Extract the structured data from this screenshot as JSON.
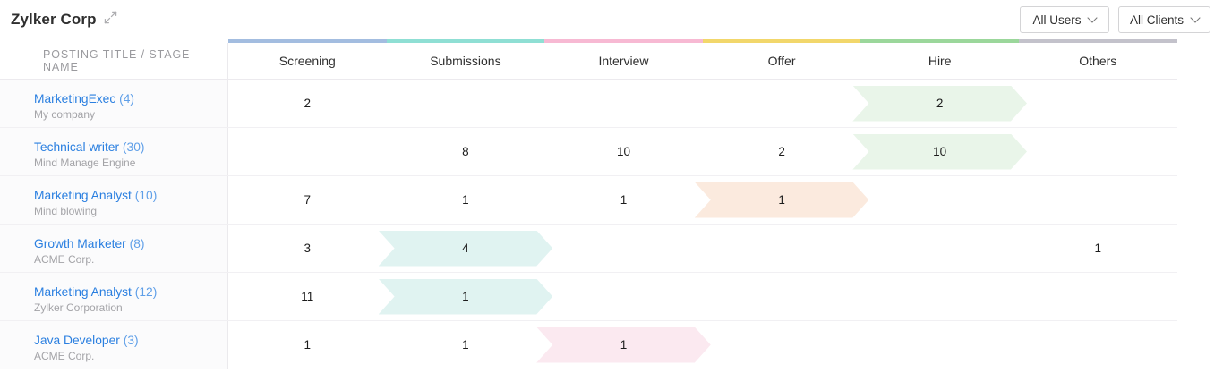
{
  "header": {
    "org_title": "Zylker Corp",
    "expand_icon": "expand-diagonal-icon",
    "filters": [
      {
        "label": "All Users",
        "icon": "chevron-down-icon"
      },
      {
        "label": "All Clients",
        "icon": "chevron-down-icon"
      }
    ]
  },
  "table": {
    "first_column_header": "POSTING TITLE / STAGE NAME",
    "stage_columns": [
      {
        "label": "Screening",
        "color": "#a3bde0"
      },
      {
        "label": "Submissions",
        "color": "#8fdfd4"
      },
      {
        "label": "Interview",
        "color": "#f7b9d3"
      },
      {
        "label": "Offer",
        "color": "#f2d76b"
      },
      {
        "label": "Hire",
        "color": "#9bd79b"
      },
      {
        "label": "Others",
        "color": "#c3c2cb"
      }
    ],
    "rows": [
      {
        "title": "MarketingExec",
        "count": "(4)",
        "subtitle": "My company",
        "cells": [
          {
            "value": "2",
            "banner": null
          },
          {
            "value": "",
            "banner": null
          },
          {
            "value": "",
            "banner": null
          },
          {
            "value": "",
            "banner": null
          },
          {
            "value": "2",
            "banner": "green"
          },
          {
            "value": "",
            "banner": null
          }
        ]
      },
      {
        "title": "Technical writer",
        "count": "(30)",
        "subtitle": "Mind Manage Engine",
        "cells": [
          {
            "value": "",
            "banner": null
          },
          {
            "value": "8",
            "banner": null
          },
          {
            "value": "10",
            "banner": null
          },
          {
            "value": "2",
            "banner": null
          },
          {
            "value": "10",
            "banner": "green"
          },
          {
            "value": "",
            "banner": null
          }
        ]
      },
      {
        "title": "Marketing Analyst",
        "count": "(10)",
        "subtitle": "Mind blowing",
        "cells": [
          {
            "value": "7",
            "banner": null
          },
          {
            "value": "1",
            "banner": null
          },
          {
            "value": "1",
            "banner": null
          },
          {
            "value": "1",
            "banner": "orange"
          },
          {
            "value": "",
            "banner": null
          },
          {
            "value": "",
            "banner": null
          }
        ]
      },
      {
        "title": "Growth Marketer",
        "count": "(8)",
        "subtitle": "ACME Corp.",
        "cells": [
          {
            "value": "3",
            "banner": null
          },
          {
            "value": "4",
            "banner": "teal"
          },
          {
            "value": "",
            "banner": null
          },
          {
            "value": "",
            "banner": null
          },
          {
            "value": "",
            "banner": null
          },
          {
            "value": "1",
            "banner": null
          }
        ]
      },
      {
        "title": "Marketing Analyst",
        "count": "(12)",
        "subtitle": "Zylker Corporation",
        "cells": [
          {
            "value": "11",
            "banner": null
          },
          {
            "value": "1",
            "banner": "teal"
          },
          {
            "value": "",
            "banner": null
          },
          {
            "value": "",
            "banner": null
          },
          {
            "value": "",
            "banner": null
          },
          {
            "value": "",
            "banner": null
          }
        ]
      },
      {
        "title": "Java Developer",
        "count": "(3)",
        "subtitle": "ACME Corp.",
        "cells": [
          {
            "value": "1",
            "banner": null
          },
          {
            "value": "1",
            "banner": null
          },
          {
            "value": "1",
            "banner": "pink"
          },
          {
            "value": "",
            "banner": null
          },
          {
            "value": "",
            "banner": null
          },
          {
            "value": "",
            "banner": null
          }
        ]
      }
    ]
  }
}
